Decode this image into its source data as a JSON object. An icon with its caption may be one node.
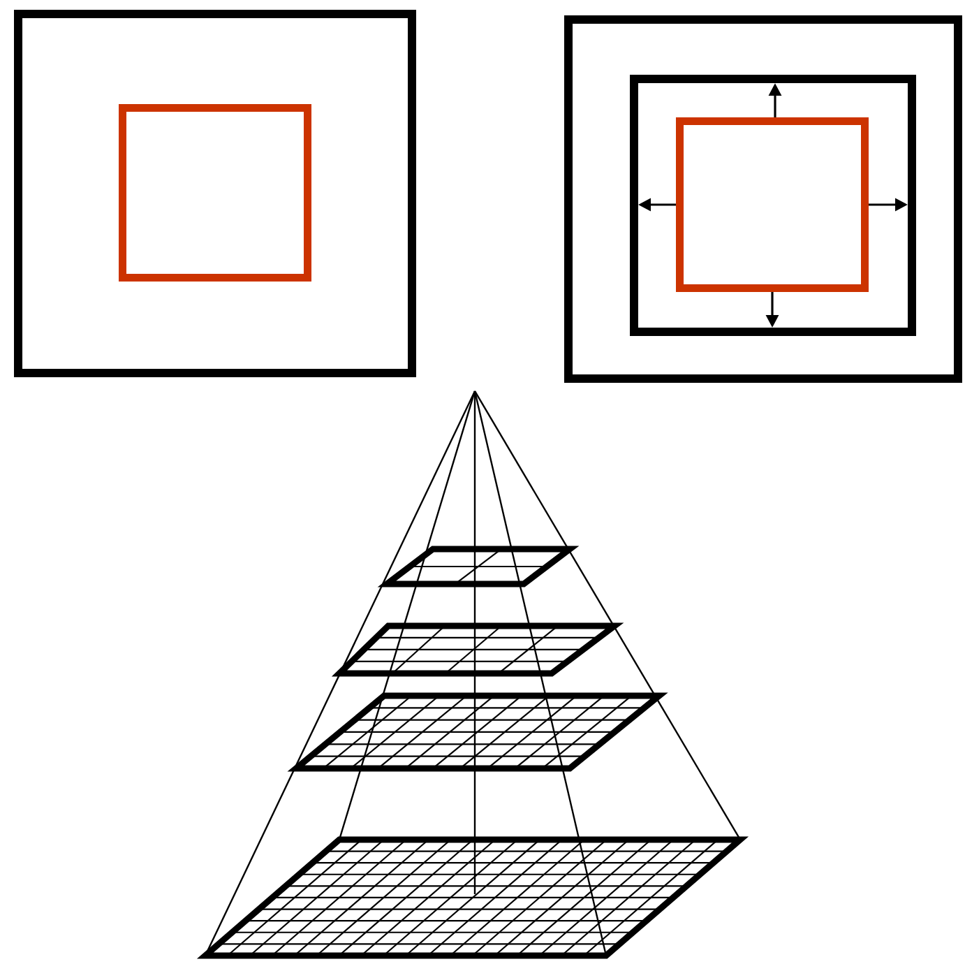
{
  "diagram": {
    "nodes": [
      {
        "text": [],
        "shape": "box"
      },
      {
        "text": [],
        "shape": "box",
        "in": 0
      },
      {
        "text": [],
        "shape": "box"
      },
      {
        "text": [],
        "shape": "box",
        "in": 2
      },
      {
        "text": [],
        "shape": "box",
        "in": 3
      }
    ],
    "edges": [
      {
        "from": 4,
        "to": 3,
        "arrow": "to"
      },
      {
        "from": 4,
        "to": 3,
        "arrow": "to"
      },
      {
        "from": 4,
        "to": 3,
        "arrow": "to"
      },
      {
        "from": 4,
        "to": 3,
        "arrow": "to"
      }
    ]
  }
}
